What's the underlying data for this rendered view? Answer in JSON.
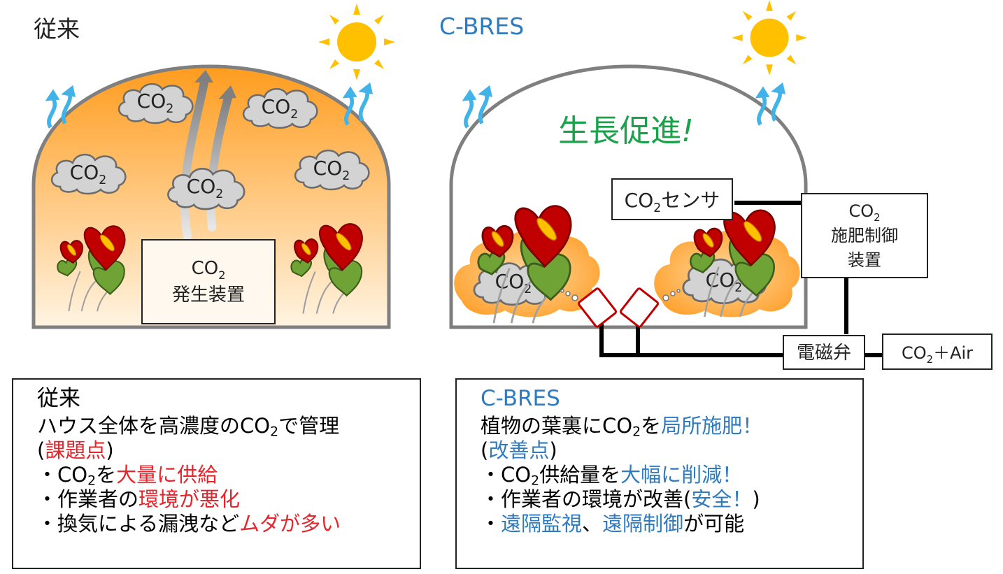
{
  "colors": {
    "accent_blue": "#2e7bbf",
    "accent_red": "#e8232a",
    "accent_green": "#19a24a",
    "sun": "#ffc000",
    "orange_gradient_top": "#ff9c1e",
    "orange_gradient_bottom": "#fff4e2",
    "cloud": "#d3d3d3"
  },
  "left_panel": {
    "heading": "従来",
    "device_line1": "CO",
    "device_line1_sub": "2",
    "device_line2": "発生装置",
    "cloud_text": "CO",
    "cloud_sub": "2"
  },
  "right_panel": {
    "heading": "C-BRES",
    "growth_label": "生長促進",
    "growth_mark": "!",
    "sensor_main": "CO",
    "sensor_sub": "2",
    "sensor_text": "センサ",
    "controller_line1": "CO",
    "controller_line1_sub": "2",
    "controller_line2": "施肥制御",
    "controller_line3": "装置",
    "valve_label": "電磁弁",
    "supply_main": "CO",
    "supply_sub": "2",
    "supply_text": "＋Air",
    "cloud_text": "CO",
    "cloud_sub": "2"
  },
  "left_box": {
    "title": "従来",
    "line1_a": "ハウス全体を高濃度のCO",
    "line1_sub": "2",
    "line1_b": "で管理",
    "line2_open": "(",
    "line2_red": "課題点",
    "line2_close": ")",
    "b1_prefix": "・CO",
    "b1_sub": "2",
    "b1_mid": "を",
    "b1_red": "大量に供給",
    "b2_prefix": "・作業者の",
    "b2_red": "環境が悪化",
    "b3_prefix": "・換気による漏洩など",
    "b3_red": "ムダが多い"
  },
  "right_box": {
    "title": "C-BRES",
    "line1_a": "植物の葉裏にCO",
    "line1_sub": "2",
    "line1_b": "を",
    "line1_blue": "局所施肥！",
    "line2_open": "(",
    "line2_blue": "改善点",
    "line2_close": ")",
    "b1_prefix": "・CO",
    "b1_sub": "2",
    "b1_mid": "供給量を",
    "b1_blue": "大幅に削減！",
    "b2_prefix": "・作業者の環境が改善(",
    "b2_blue": "安全！",
    "b2_suffix": ")",
    "b3_prefix": "・",
    "b3_blue1": "遠隔監視",
    "b3_mid": "、",
    "b3_blue2": "遠隔制御",
    "b3_suffix": "が可能"
  }
}
